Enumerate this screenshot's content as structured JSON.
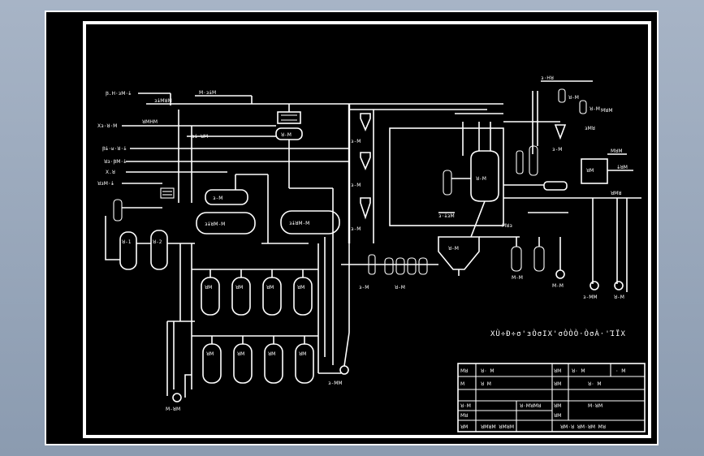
{
  "drawing": {
    "main_title": "ΧÙ÷Đ÷σ'ɜÒσΙΧ'σÒÒÒ·ÒσÀ·'ΊΪΧ",
    "colors": {
      "background": "#000000",
      "line": "#ffffff",
      "viewport": "#96a5b9"
    }
  },
  "stream_labels": {
    "in1": "Ꞵ.ꓧ·ɜꓟ·ɨ",
    "in2": "ꓫɜ·ꓤ·ꓟ",
    "in3": "Ꞵɨ·ʁ·ꓤ·ɨ",
    "in4": "ꓤɜ·Ꞵꓟ·ɨ",
    "in5": "ꓫ.ꓤ",
    "in6": "ꓤɜꓟ·ɨ",
    "top1": "ꓟ·ɜɨꓟ",
    "top2": "ɜɨꓟꓤꓟ",
    "top3": "ꓤꓟꓧꓟ",
    "mid1": "ɜɨ·ꓤꓟ",
    "right_top": "ɜ·ꓧꓤ",
    "right2": "ꓟꓤꓟ",
    "right3": "ɜꓟꓤ",
    "right_out1": "ꓟꓤꓟ",
    "right_out2": "ɨꓤꓟ",
    "right_out3": "ꓤꓟꓤ",
    "pipe_mid": "ɜ·ɨɜꓟ",
    "pipe_right": "ꓟꓤɜ"
  },
  "equipment": {
    "v1": "ꓤ-1",
    "v2": "ꓤ-2",
    "drum1": "ɜ-ꓟ",
    "drum2": "ɜɨꓤꓟ-ꓟ",
    "drum3": "ɜɨꓤꓟ-ꓟ",
    "drum_top": "ꓤ-ꓟ",
    "cyc1": "ɜ-ꓟ",
    "cyc2": "ɜ-ꓟ",
    "cyc3": "ɜ-ꓟ",
    "reactor": "ꓤ-ꓟ",
    "settler": "ꓤ-ꓟ",
    "cond1": "ꓤ-ꓟ",
    "cond2": "ꓤ-ꓟ",
    "cond3": "ɜ-ꓟ",
    "box": "ꓤꓟ",
    "pump1": "ꓟ-ꓟ",
    "pump2": "ɜ-ꓟꓟ",
    "pump3": "ꓤ-ꓟ",
    "pump4": "ꓟ-ꓤꓟ",
    "row1_group": "ꓤ-ꓟ",
    "small_group": "ɜ-ꓟ",
    "right_group": "ꓟ-ꓟ",
    "tank_labels": [
      "ꓤꓟ",
      "ꓤꓟ",
      "ꓤꓟ",
      "ꓤꓟ",
      "ꓤꓟ",
      "ꓤꓟ",
      "ꓤꓟ",
      "ꓤꓟ"
    ]
  },
  "title_block": {
    "r1c1": "ꓟꓤ",
    "r1c2": "ꓤ· ꓟ",
    "r1c3": "ꓤꓟ",
    "r1c4": "ꓤ· ꓟ",
    "r1c5": "· ꓟ",
    "r2c1": "ꓟ",
    "r2c2": "ꓤ ꓟ",
    "r2c3": "ꓤꓟ",
    "r2c4": "ꓤ· ꓟ",
    "r3c1": "ꓤ·ꓟ",
    "r3c2": "ꓤ·ꓟꓤꓟꓤ",
    "r3c3": "ꓤꓟ",
    "r3c4": "ꓟ·ꓤꓟ",
    "r4c1": "ꓟꓤ",
    "r4c2": "ꓤꓟ",
    "r5c1": "ꓤꓟ",
    "r5c2": "ꓤꓟꓤꓟ ꓤꓟꓤꓟ",
    "r5c3": "ꓤꓟ·ꓤ ꓤꓟ·ꓤꓟ ꓟꓤ"
  }
}
